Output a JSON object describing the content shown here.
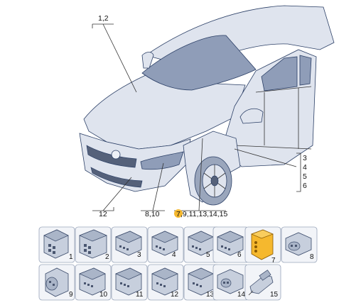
{
  "callouts": {
    "top": "1,2",
    "right": [
      "3",
      "4",
      "5",
      "6"
    ],
    "bottom_left": "12",
    "bottom_mid": "8,10",
    "bottom_right_hl": "7",
    "bottom_right_rest": ",9,11,13,14,15"
  },
  "parts": [
    {
      "num": "1",
      "highlight": false
    },
    {
      "num": "2",
      "highlight": false
    },
    {
      "num": "3",
      "highlight": false
    },
    {
      "num": "4",
      "highlight": false
    },
    {
      "num": "5",
      "highlight": false
    },
    {
      "num": "6",
      "highlight": false
    },
    {
      "num": "7",
      "highlight": true
    },
    {
      "num": "8",
      "highlight": false
    },
    {
      "num": "9",
      "highlight": false
    },
    {
      "num": "10",
      "highlight": false
    },
    {
      "num": "11",
      "highlight": false
    },
    {
      "num": "12",
      "highlight": false
    },
    {
      "num": "13",
      "highlight": false
    },
    {
      "num": "14",
      "highlight": false
    },
    {
      "num": "15",
      "highlight": false
    }
  ],
  "colors": {
    "highlight": "#f5b82e",
    "car_body": "#dfe4ee",
    "car_glass": "#8f9db8",
    "outline": "#2b3f66"
  }
}
